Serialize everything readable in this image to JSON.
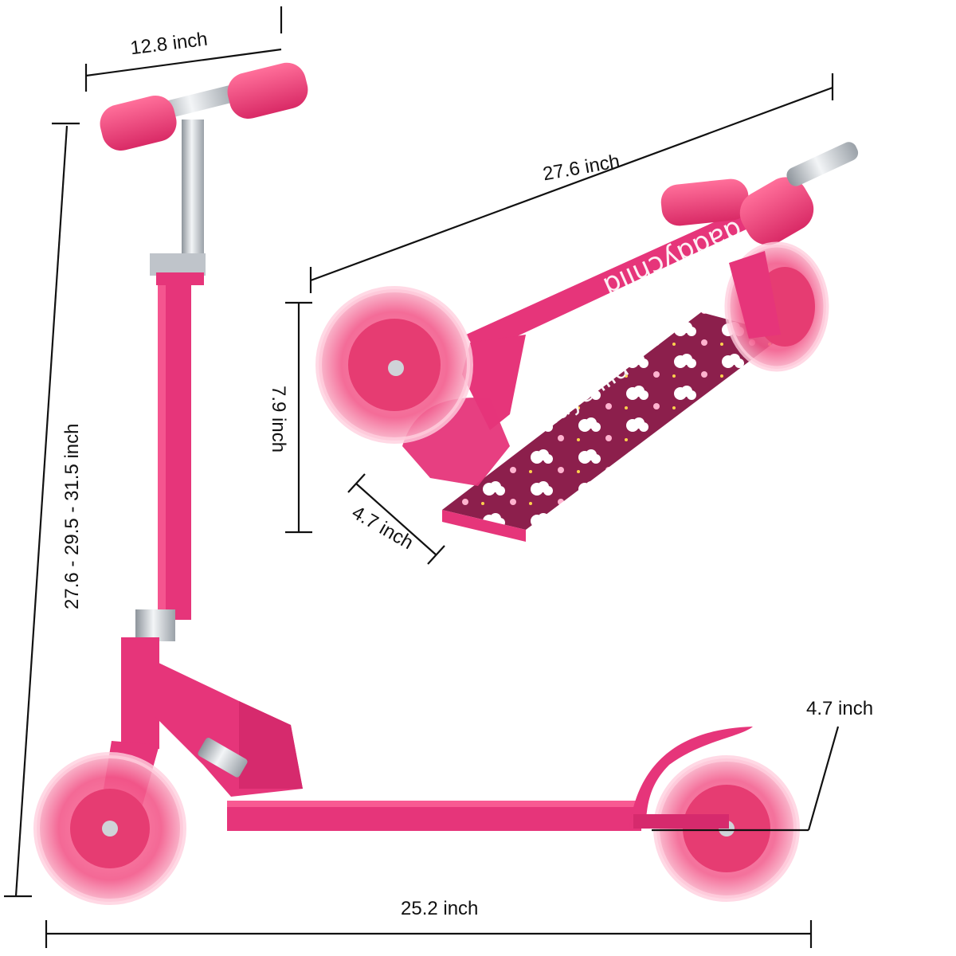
{
  "image": {
    "subject": "pink kick scooter with dimension annotations",
    "brand_text": "daddychild",
    "colors": {
      "body": "#e6357a",
      "body_dark": "#b81f5c",
      "grip": "#f0457f",
      "wheel": "#f25c8c",
      "wheel_hub": "#e63c72",
      "deck_grip": "#8c1f4c",
      "chrome": "#c9ced4",
      "line": "#111111"
    }
  },
  "dimensions": {
    "handlebar_width": "12.8 inch",
    "height_range": "27.6 - 29.5 - 31.5 inch",
    "length": "25.2 inch",
    "wheel_diameter": "4.7 inch",
    "folded_length": "27.6 inch",
    "folded_height": "7.9 inch",
    "folded_width": "4.7 inch"
  }
}
